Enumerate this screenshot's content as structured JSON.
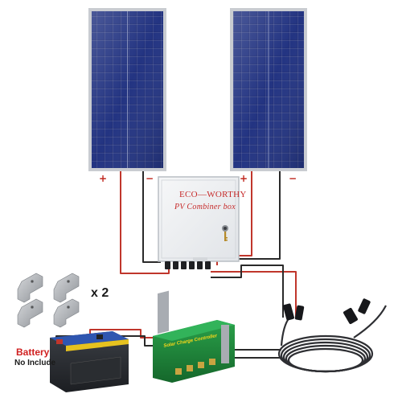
{
  "panel_left": {
    "plus": "+",
    "minus": "−"
  },
  "panel_right": {
    "plus": "+",
    "minus": "−"
  },
  "combiner_box": {
    "brand": "ECO—WORTHY",
    "title": "PV Combiner box"
  },
  "brackets": {
    "multiplier": "x 2"
  },
  "battery": {
    "label": "Battery",
    "note": "No Include"
  },
  "controller": {
    "label": "Solar Charge Controller"
  },
  "colors": {
    "panel_frame": "#c9ccd1",
    "panel_cell": "#1d2a6d",
    "wire_red": "#c0362c",
    "wire_black": "#2a2a2a",
    "controller_green": "#1e8a3c",
    "battery_top": "#2f56b0"
  }
}
